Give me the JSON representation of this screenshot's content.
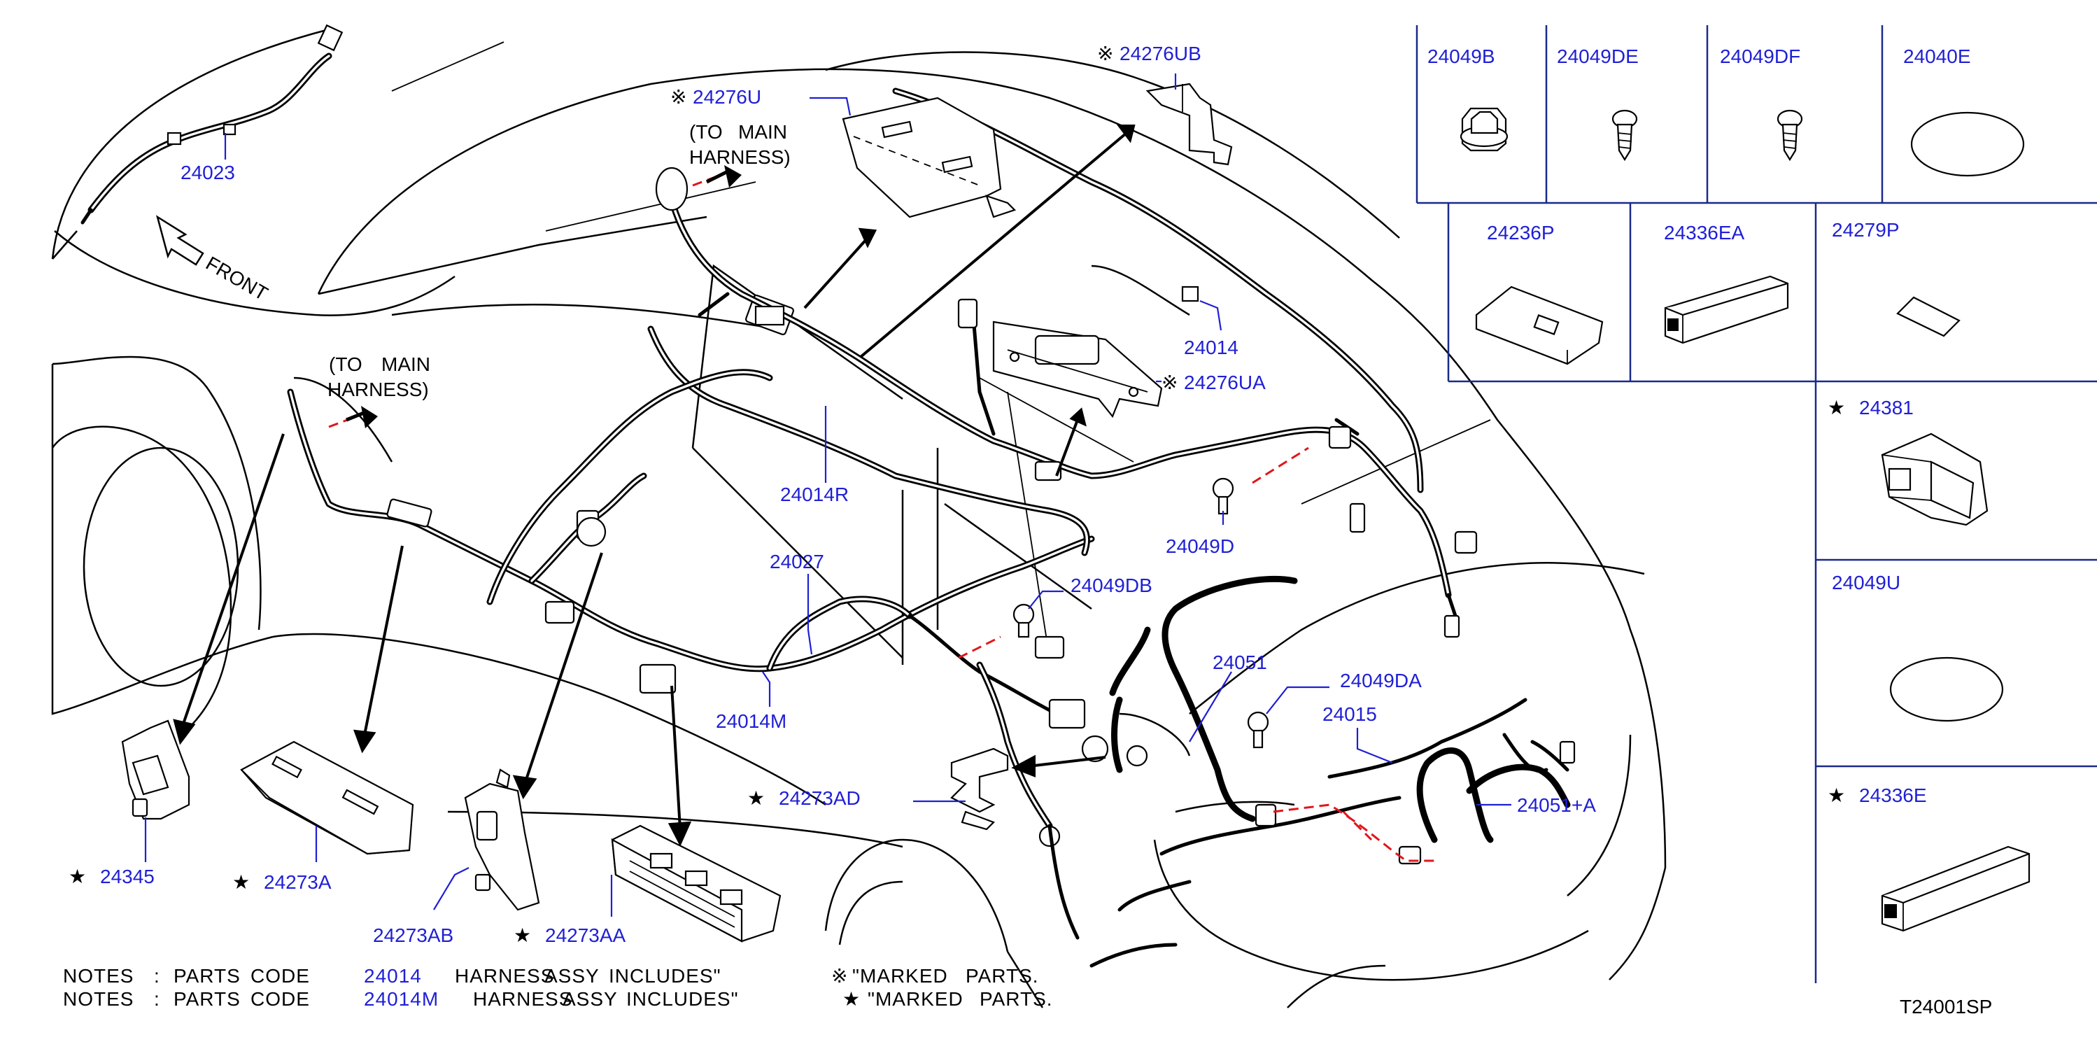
{
  "diagram_code": "T24001SP",
  "directions": {
    "front": "FRONT",
    "to_main_harness_1": [
      "(TO",
      "MAIN",
      "HARNESS)"
    ],
    "to_main_harness_2": [
      "(TO",
      "MAIN",
      "HARNESS)"
    ]
  },
  "marks": {
    "kome": "※",
    "star": "★"
  },
  "callouts": {
    "p24023": "24023",
    "p24276U": "24276U",
    "p24276UB": "24276UB",
    "p24276UA": "24276UA",
    "p24014": "24014",
    "p24014R": "24014R",
    "p24049D": "24049D",
    "p24027": "24027",
    "p24049DB": "24049DB",
    "p24051": "24051",
    "p24049DA": "24049DA",
    "p24015": "24015",
    "p24051A": "24051+A",
    "p24014M": "24014M",
    "p24273AD": "24273AD",
    "p24345": "24345",
    "p24273A": "24273A",
    "p24273AB": "24273AB",
    "p24273AA": "24273AA"
  },
  "parts_table": {
    "row1": [
      "24049B",
      "24049DE",
      "24049DF",
      "24040E"
    ],
    "row2": [
      "24236P",
      "24336EA",
      "24279P"
    ],
    "side": [
      "24381",
      "24049U",
      "24336E"
    ]
  },
  "notes": {
    "line1": {
      "notes": "NOTES",
      "colon": ":",
      "parts": "PARTS",
      "code": "CODE",
      "part": "24014",
      "harness": "HARNESS",
      "assy": "ASSY",
      "includes": "INCLUDES\"",
      "marked": "\"MARKED",
      "parts2": "PARTS."
    },
    "line2": {
      "notes": "NOTES",
      "colon": ":",
      "parts": "PARTS",
      "code": "CODE",
      "part": "24014M",
      "harness": "HARNESS",
      "assy": "ASSY",
      "includes": "INCLUDES\"",
      "marked": "\"MARKED",
      "parts2": "PARTS."
    }
  },
  "colors": {
    "partnumber": "#1f1fd6",
    "callout_line": "#1f1fd6",
    "connector_dash": "#e0161b",
    "outline": "#000000",
    "table_grid": "#1a2a8a"
  }
}
